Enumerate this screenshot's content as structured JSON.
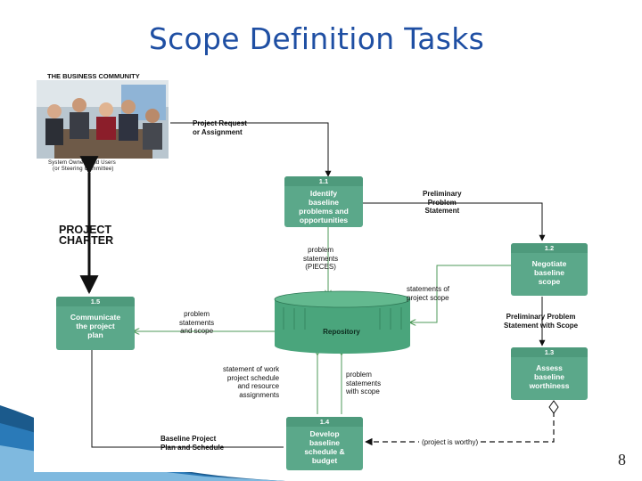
{
  "slide": {
    "title": "Scope Definition Tasks",
    "page_number": "8"
  },
  "diagram": {
    "community_header": "THE BUSINESS COMMUNITY",
    "owners_caption_1": "System Owners and Users",
    "owners_caption_2": "(or Steering Committee)",
    "project_charter_1": "PROJECT",
    "project_charter_2": "CHARTER",
    "tasks": [
      {
        "num": "1.1",
        "line1": "Identify",
        "line2": "baseline",
        "line3": "problems and",
        "line4": "opportunities"
      },
      {
        "num": "1.2",
        "line1": "Negotiate",
        "line2": "baseline",
        "line3": "scope"
      },
      {
        "num": "1.3",
        "line1": "Assess",
        "line2": "baseline",
        "line3": "worthiness"
      },
      {
        "num": "1.4",
        "line1": "Develop",
        "line2": "baseline",
        "line3": "schedule &",
        "line4": "budget"
      },
      {
        "num": "1.5",
        "line1": "Communicate",
        "line2": "the project",
        "line3": "plan"
      }
    ],
    "repository": "Repository",
    "flows": {
      "project_request_1": "Project Request",
      "project_request_2": "or Assignment",
      "prelim_problem_1": "Preliminary",
      "prelim_problem_2": "Problem",
      "prelim_problem_3": "Statement",
      "problem_pieces_1": "problem",
      "problem_pieces_2": "statements",
      "problem_pieces_3": "(PIECES)",
      "scope_statements_1": "statements of",
      "scope_statements_2": "project scope",
      "prelim_scope_1": "Preliminary Problem",
      "prelim_scope_2": "Statement with Scope",
      "problem_scope_1": "problem",
      "problem_scope_2": "statements",
      "problem_scope_3": "and scope",
      "work_stmt_1": "statement of work",
      "work_stmt_2": "project schedule",
      "work_stmt_3": "and resource",
      "work_stmt_4": "assignments",
      "problem_with_scope_1": "problem",
      "problem_with_scope_2": "statements",
      "problem_with_scope_3": "with scope",
      "baseline_plan_1": "Baseline Project",
      "baseline_plan_2": "Plan and Schedule",
      "worthy": "(project is worthy)"
    }
  },
  "colors": {
    "title": "#1f4fa3",
    "task_box": "#5ba88a",
    "repository": "#4aa57c",
    "arrow_open": "#4e9a58"
  }
}
